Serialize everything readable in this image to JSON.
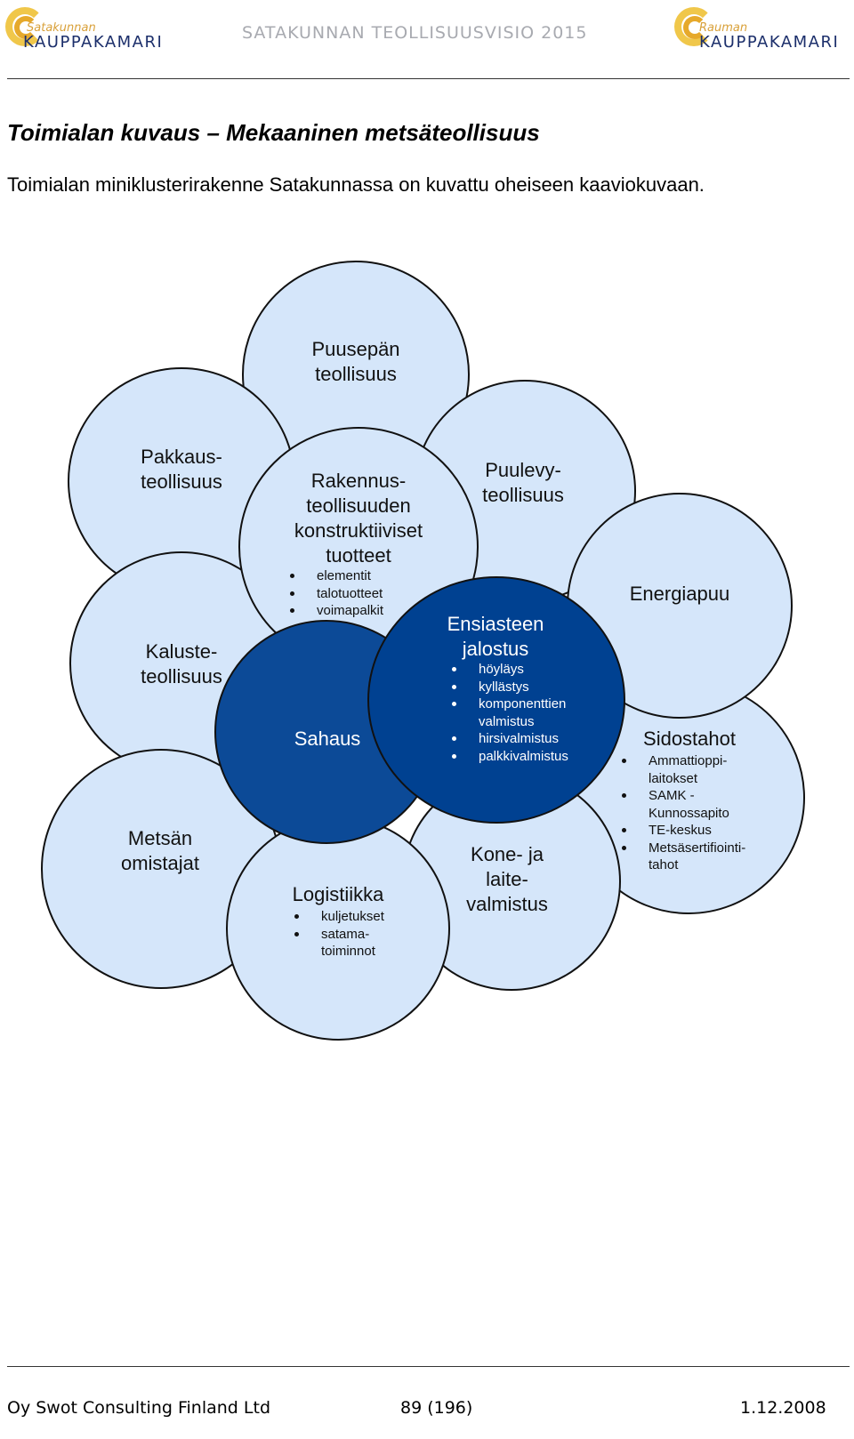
{
  "header": {
    "logo_left": {
      "small": "Satakunnan",
      "big": "KAUPPAKAMARI"
    },
    "title": "SATAKUNNAN TEOLLISUUSVISIO 2015",
    "logo_right": {
      "small": "Rauman",
      "big": "KAUPPAKAMARI"
    }
  },
  "heading": "Toimialan kuvaus – Mekaaninen metsäteollisuus",
  "intro": "Toimialan miniklusterirakenne Satakunnassa on kuvattu oheiseen kaaviokuvaan.",
  "diagram": {
    "puusepan": [
      "Puusepän",
      "teollisuus"
    ],
    "pakkaus": [
      "Pakkaus-",
      "teollisuus"
    ],
    "kaluste": [
      "Kaluste-",
      "teollisuus"
    ],
    "metsan": [
      "Metsän",
      "omistajat"
    ],
    "rakennus": {
      "title": [
        "Rakennus-",
        "teollisuuden",
        "konstruktiiviset",
        "tuotteet"
      ],
      "items": [
        "elementit",
        "talotuotteet",
        "voimapalkit"
      ]
    },
    "puulevy": [
      "Puulevy-",
      "teollisuus"
    ],
    "energiapuu": "Energiapuu",
    "sahaus": "Sahaus",
    "ensiasteen": {
      "title": [
        "Ensiasteen",
        "jalostus"
      ],
      "items": [
        "höyläys",
        "kyllästys",
        "komponenttien",
        "valmistus",
        "hirsivalmistus",
        "palkkivalmistus"
      ]
    },
    "sidostahot": {
      "title": "Sidostahot",
      "items": [
        "Ammattioppi-",
        "laitokset",
        "SAMK -",
        "Kunnossapito",
        "TE-keskus",
        "Metsäsertifiointi-",
        "tahot"
      ]
    },
    "logistiikka": {
      "title": "Logistiikka",
      "items": [
        "kuljetukset",
        "satama-",
        "toiminnot"
      ]
    },
    "kone": [
      "Kone- ja",
      "laite-",
      "valmistus"
    ]
  },
  "footer": {
    "company": "Oy Swot Consulting Finland Ltd",
    "page": "89 (196)",
    "date": "1.12.2008"
  },
  "colors": {
    "light_circle": "#d5e6fa",
    "dark_circle": "#004191",
    "header_gray": "#a8aab0",
    "logo_navy": "#1c2f6b",
    "logo_gold": "#e6a92b"
  }
}
